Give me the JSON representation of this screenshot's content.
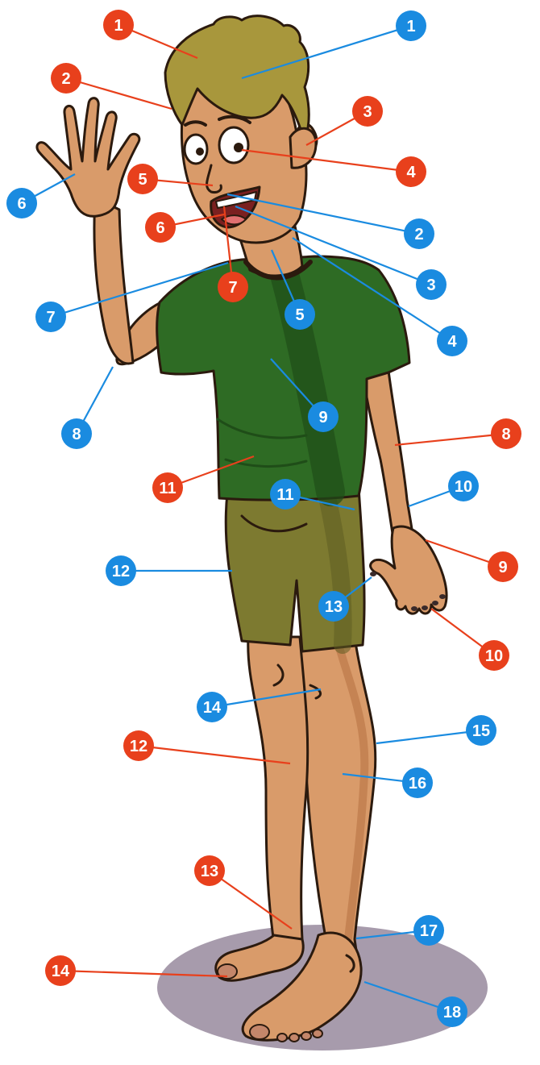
{
  "colors": {
    "red_marker": "#e8401c",
    "blue_marker": "#1a8be0",
    "skin": "#d99b6a",
    "skin_shadow": "#b87345",
    "hair": "#a8973c",
    "shirt": "#2e6b24",
    "shirt_shadow": "#1f4d18",
    "shorts": "#7d7a30",
    "shorts_shadow": "#5f5c22",
    "outline": "#2b1a0e",
    "ground_shadow": "#8a7a90"
  },
  "diagram": {
    "subject": "cartoon-boy-waving",
    "red_markers": [
      {
        "label": "1"
      },
      {
        "label": "2"
      },
      {
        "label": "3"
      },
      {
        "label": "4"
      },
      {
        "label": "5"
      },
      {
        "label": "6"
      },
      {
        "label": "7"
      },
      {
        "label": "8"
      },
      {
        "label": "9"
      },
      {
        "label": "10"
      },
      {
        "label": "11"
      },
      {
        "label": "12"
      },
      {
        "label": "13"
      },
      {
        "label": "14"
      }
    ],
    "blue_markers": [
      {
        "label": "1"
      },
      {
        "label": "2"
      },
      {
        "label": "3"
      },
      {
        "label": "4"
      },
      {
        "label": "5"
      },
      {
        "label": "6"
      },
      {
        "label": "7"
      },
      {
        "label": "8"
      },
      {
        "label": "9"
      },
      {
        "label": "10"
      },
      {
        "label": "11"
      },
      {
        "label": "12"
      },
      {
        "label": "13"
      },
      {
        "label": "14"
      },
      {
        "label": "15"
      },
      {
        "label": "16"
      },
      {
        "label": "17"
      },
      {
        "label": "18"
      }
    ]
  }
}
